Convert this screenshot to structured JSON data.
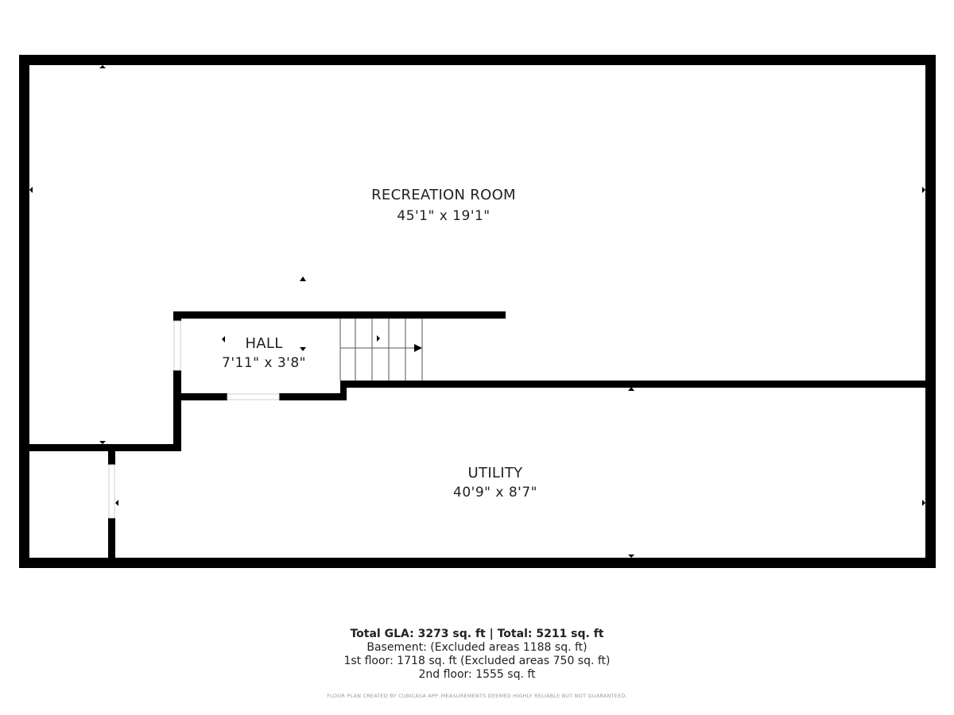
{
  "rooms": {
    "recreation": {
      "name": "RECREATION ROOM",
      "dimensions": "45'1\" x 19'1\""
    },
    "hall": {
      "name": "HALL",
      "dimensions": "7'11\" x 3'8\""
    },
    "utility": {
      "name": "UTILITY",
      "dimensions": "40'9\" x 8'7\""
    }
  },
  "summary": {
    "total": "Total GLA: 3273 sq. ft | Total: 5211 sq. ft",
    "basement": "Basement: (Excluded areas 1188 sq. ft)",
    "first_floor": "1st floor: 1718 sq. ft (Excluded areas 750 sq. ft)",
    "second_floor": "2nd floor: 1555 sq. ft"
  },
  "disclaimer": "FLOOR PLAN CREATED BY CUBICASA APP. MEASUREMENTS DEEMED HIGHLY RELIABLE BUT NOT GUARANTEED.",
  "colors": {
    "wall": "#000000",
    "stair_line": "#555555",
    "door_opening": "#ffffff",
    "door_jamb": "#cfcfcf"
  }
}
